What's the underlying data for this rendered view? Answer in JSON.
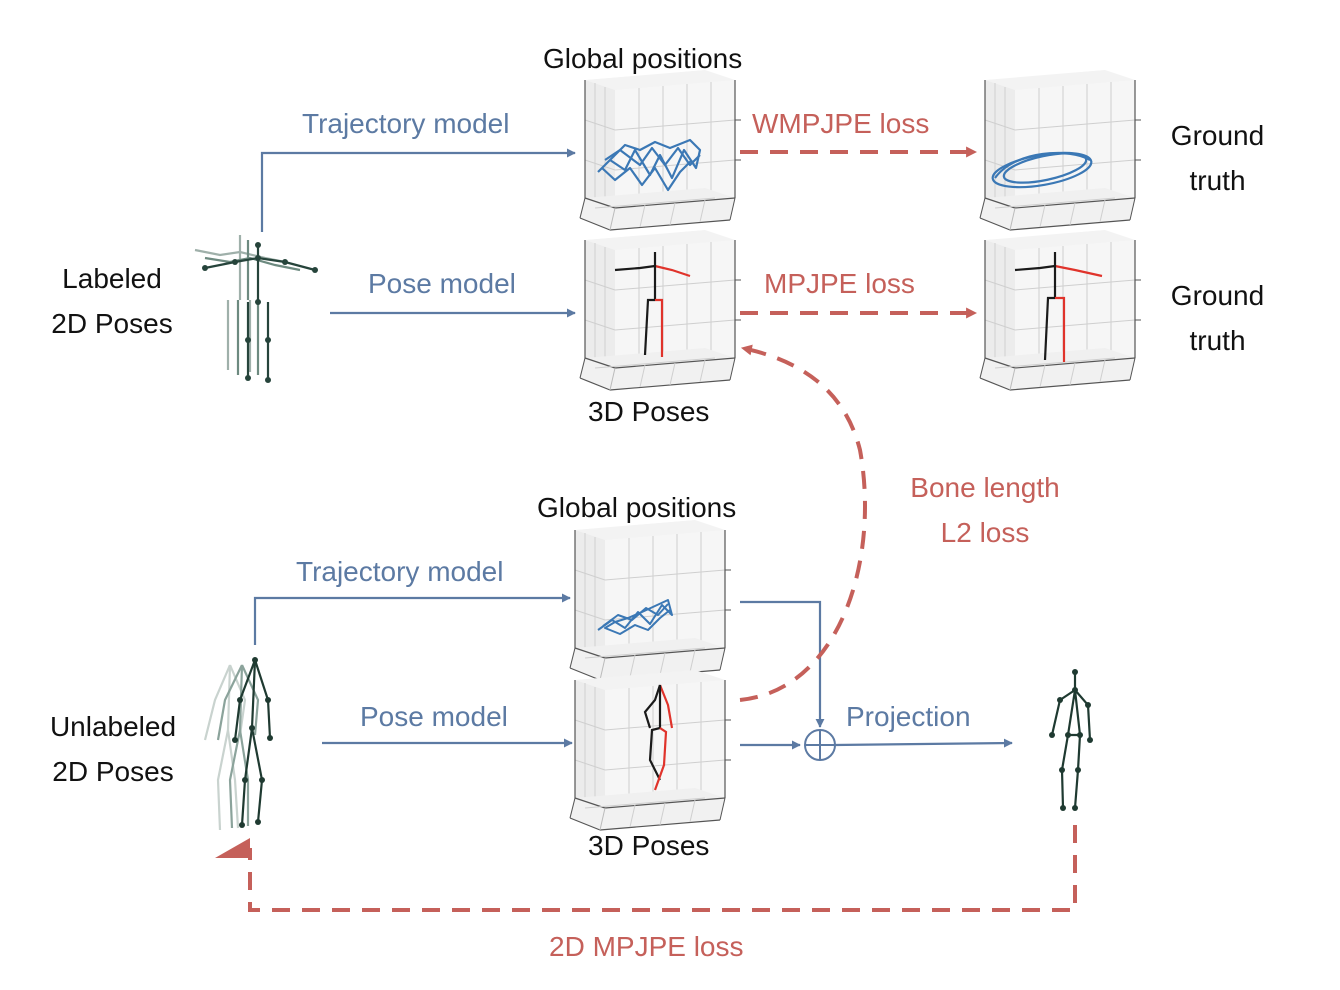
{
  "top": {
    "input_label": [
      "Labeled",
      "2D Poses"
    ],
    "trajectory_model": "Trajectory model",
    "pose_model": "Pose model",
    "global_positions": "Global positions",
    "poses_3d": "3D Poses",
    "wmpjpe_loss": "WMPJPE loss",
    "mpjpe_loss": "MPJPE loss",
    "ground_truth_1": [
      "Ground",
      "truth"
    ],
    "ground_truth_2": [
      "Ground",
      "truth"
    ]
  },
  "middle": {
    "bone_length_loss": [
      "Bone length",
      "L2 loss"
    ]
  },
  "bottom": {
    "input_label": [
      "Unlabeled",
      "2D Poses"
    ],
    "trajectory_model": "Trajectory model",
    "pose_model": "Pose model",
    "global_positions": "Global positions",
    "poses_3d": "3D Poses",
    "projection": "Projection",
    "mpjpe_2d_loss": "2D MPJPE loss"
  },
  "colors": {
    "model_arrow": "#5c7aa3",
    "loss_arrow": "#c5605a",
    "trajectory_line": "#3b78b5",
    "pose_left": "#1a1a1a",
    "pose_right": "#e0332b",
    "skeleton_2d": "#2f4f44"
  }
}
